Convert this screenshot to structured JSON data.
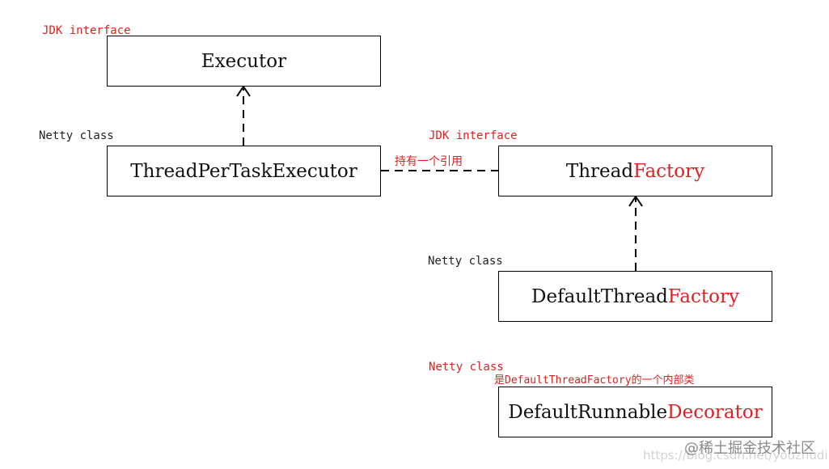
{
  "nodes": {
    "executor": {
      "name": "Executor",
      "tag": "JDK interface"
    },
    "thread_per_task_executor": {
      "name": "ThreadPerTaskExecutor",
      "tag": "Netty class"
    },
    "thread_factory": {
      "name_prefix": "Thread",
      "name_suffix": "Factory",
      "tag": "JDK interface"
    },
    "default_thread_factory": {
      "name_prefix": "DefaultThread",
      "name_suffix": "Factory",
      "tag": "Netty class"
    },
    "default_runnable_decorator": {
      "name_prefix": "DefaultRunnable",
      "name_suffix": "Decorator",
      "tag": "Netty class",
      "note": "是DefaultThreadFactory的一个内部类"
    }
  },
  "edges": {
    "holds_reference_label": "持有一个引用"
  },
  "watermark": {
    "brand": "@稀土掘金技术社区",
    "url": "https://blog.csdn.net/youzhuding"
  },
  "colors": {
    "accent": "#e02020",
    "line": "#000000"
  }
}
